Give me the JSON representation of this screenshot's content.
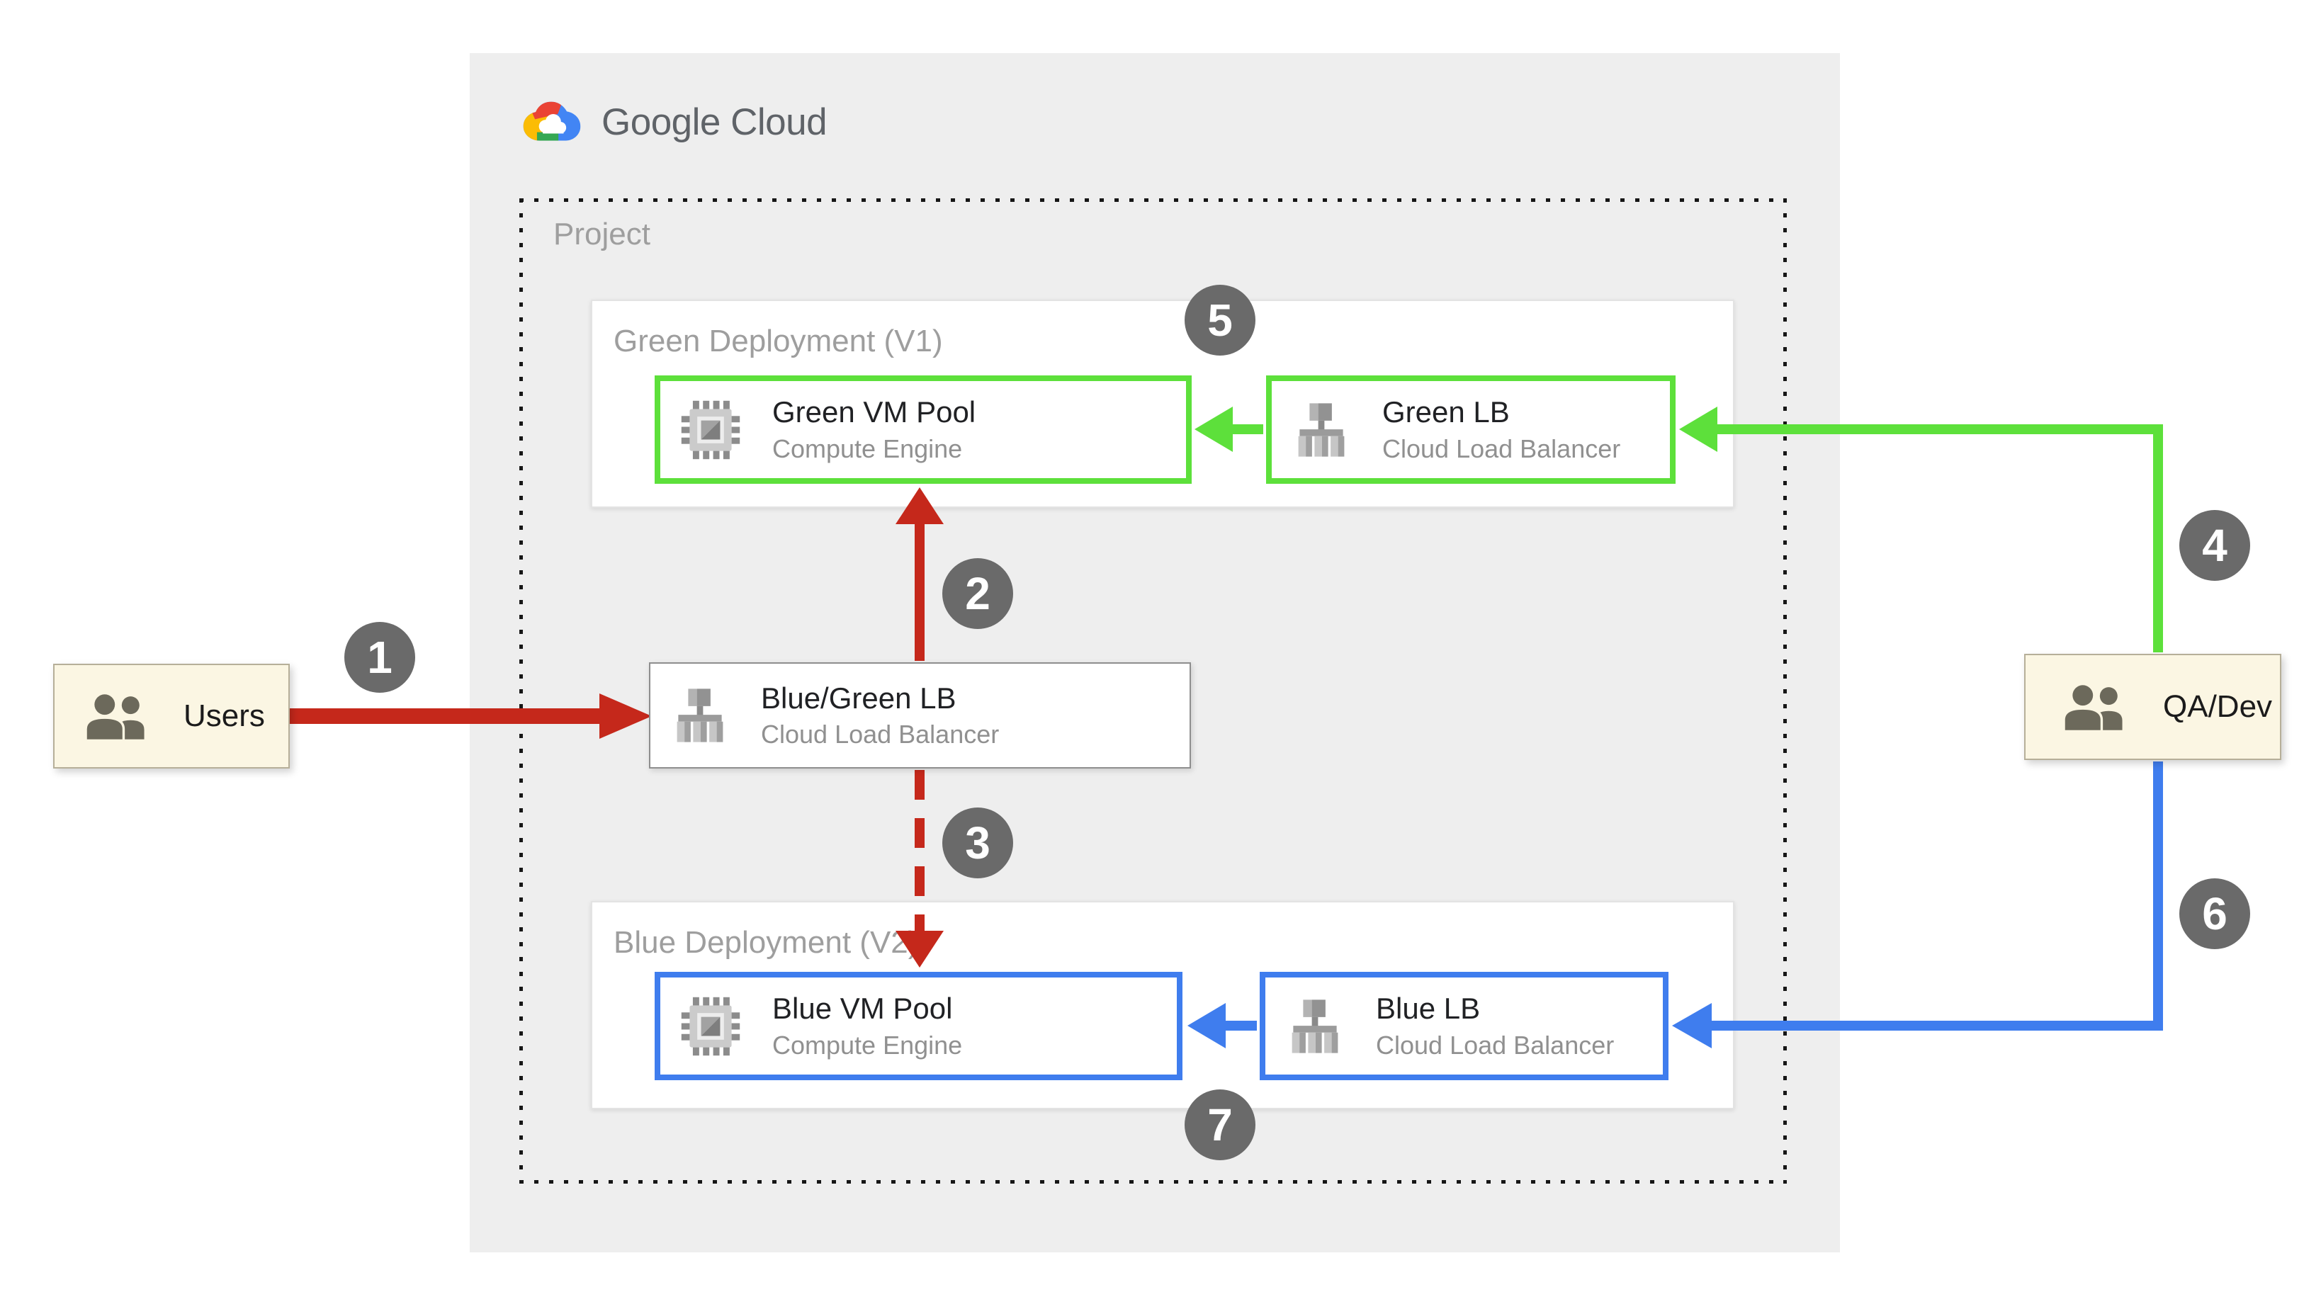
{
  "brand": {
    "name": "Google Cloud"
  },
  "project": {
    "label": "Project"
  },
  "deployments": {
    "green": {
      "label": "Green Deployment (V1)",
      "accent": "#5DE03B",
      "vm": {
        "title": "Green VM Pool",
        "subtitle": "Compute Engine"
      },
      "lb": {
        "title": "Green LB",
        "subtitle": "Cloud Load Balancer"
      }
    },
    "blue": {
      "label": "Blue Deployment (V2)",
      "accent": "#3F7DEE",
      "vm": {
        "title": "Blue VM Pool",
        "subtitle": "Compute Engine"
      },
      "lb": {
        "title": "Blue LB",
        "subtitle": "Cloud Load Balancer"
      }
    }
  },
  "router": {
    "title": "Blue/Green LB",
    "subtitle": "Cloud Load Balancer"
  },
  "actors": {
    "users": {
      "label": "Users"
    },
    "qa_dev": {
      "label": "QA/Dev"
    }
  },
  "steps": [
    "1",
    "2",
    "3",
    "4",
    "5",
    "6",
    "7"
  ],
  "colors": {
    "traffic_red": "#C5281B",
    "green": "#5DE03B",
    "blue": "#3F7DEE",
    "step_badge": "#6A6A6A",
    "panel_gray": "#EEEEEE",
    "actor_fill": "#FBF6E3",
    "muted_text": "#9E9E9E"
  }
}
